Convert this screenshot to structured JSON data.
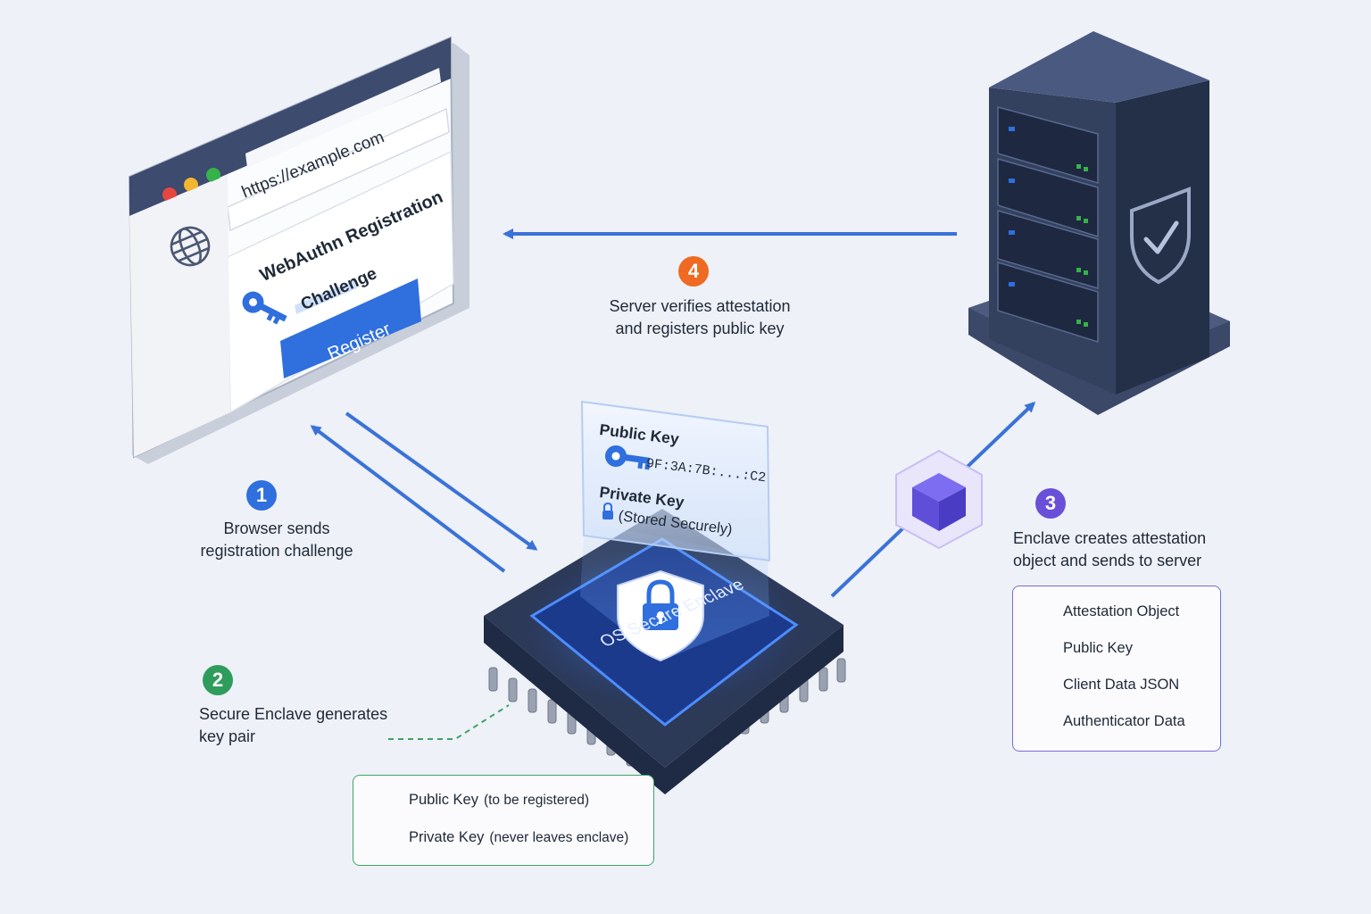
{
  "browser": {
    "url": "https://example.com",
    "title": "WebAuthn Registration",
    "challenge_label": "Challenge",
    "register_button": "Register",
    "icons": [
      "globe-icon",
      "key-icon"
    ],
    "traffic_lights": [
      "#e5473f",
      "#f2b630",
      "#36b24a"
    ]
  },
  "key_card": {
    "public_key_label": "Public Key",
    "public_key_value": "9F:3A:7B:...:C2",
    "private_key_label": "Private Key",
    "private_key_note": "(Stored Securely)"
  },
  "chip": {
    "label": "OS Secure Enclave",
    "icon": "shield-lock-icon"
  },
  "server": {
    "icon": "shield-check-icon"
  },
  "steps": [
    {
      "number": "1",
      "color": "#2f6fde",
      "line1": "Browser sends",
      "line2": "registration challenge"
    },
    {
      "number": "2",
      "color": "#2e9d5b",
      "line1": "Secure Enclave generates",
      "line2": "key pair"
    },
    {
      "number": "3",
      "color": "#6a4fd8",
      "line1": "Enclave creates attestation",
      "line2": "object and sends to server"
    },
    {
      "number": "4",
      "color": "#ef6a22",
      "line1": "Server verifies attestation",
      "line2": "and registers public key"
    }
  ],
  "keypair_legend": {
    "border_color": "#3fa365",
    "items": [
      {
        "icon": "key-icon",
        "main": "Public Key",
        "note": "(to be registered)"
      },
      {
        "icon": "lock-icon",
        "main": "Private Key",
        "note": "(never leaves enclave)"
      }
    ]
  },
  "attestation_legend": {
    "border_color": "#7a6ad8",
    "items": [
      {
        "icon": "cube-icon",
        "label": "Attestation Object"
      },
      {
        "icon": "key-icon",
        "label": "Public Key"
      },
      {
        "icon": "globe-icon",
        "label": "Client Data JSON"
      },
      {
        "icon": "document-icon",
        "label": "Authenticator Data"
      }
    ]
  },
  "colors": {
    "arrow": "#3a72d8",
    "accent_blue": "#2f6fde",
    "server_body": "#2c3957"
  }
}
